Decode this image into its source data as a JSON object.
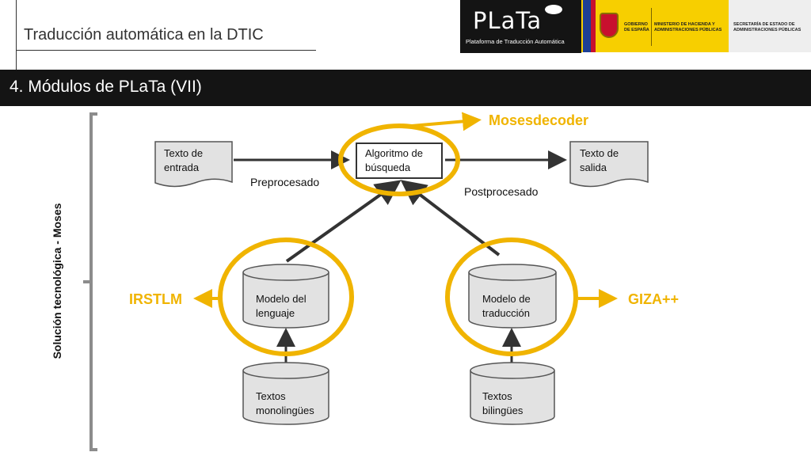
{
  "header": {
    "title": "Traducción automática en la DTIC"
  },
  "logos": {
    "plata_word": "PLaTa",
    "plata_subtitle": "Plataforma de Traducción Automática",
    "gobierno": "GOBIERNO DE ESPAÑA",
    "ministerio": "MINISTERIO DE HACIENDA Y ADMINISTRACIONES PÚBLICAS",
    "secretaria": "SECRETARÍA DE ESTADO DE ADMINISTRACIONES PÚBLICAS"
  },
  "banner": {
    "title": "4. Módulos de PLaTa (VII)"
  },
  "diagram": {
    "side_label": "Solución tecnológica - Moses",
    "nodes": {
      "input": {
        "line1": "Texto de",
        "line2": "entrada"
      },
      "search": {
        "line1": "Algoritmo de",
        "line2": "búsqueda"
      },
      "output": {
        "line1": "Texto de",
        "line2": "salida"
      },
      "lm": {
        "line1": "Modelo del",
        "line2": "lenguaje"
      },
      "tm": {
        "line1": "Modelo de",
        "line2": "traducción"
      },
      "mono": {
        "line1": "Textos",
        "line2": "monolingües"
      },
      "bi": {
        "line1": "Textos",
        "line2": "bilingües"
      }
    },
    "edges": {
      "pre": "Preprocesado",
      "post": "Postprocesado"
    },
    "tools": {
      "decoder": "Mosesdecoder",
      "lm_tool": "IRSTLM",
      "tm_tool": "GIZA++"
    },
    "colors": {
      "highlight": "#f0b400",
      "node_fill": "#e2e2e2",
      "arrow": "#333333",
      "header_bar": "#141414"
    }
  }
}
